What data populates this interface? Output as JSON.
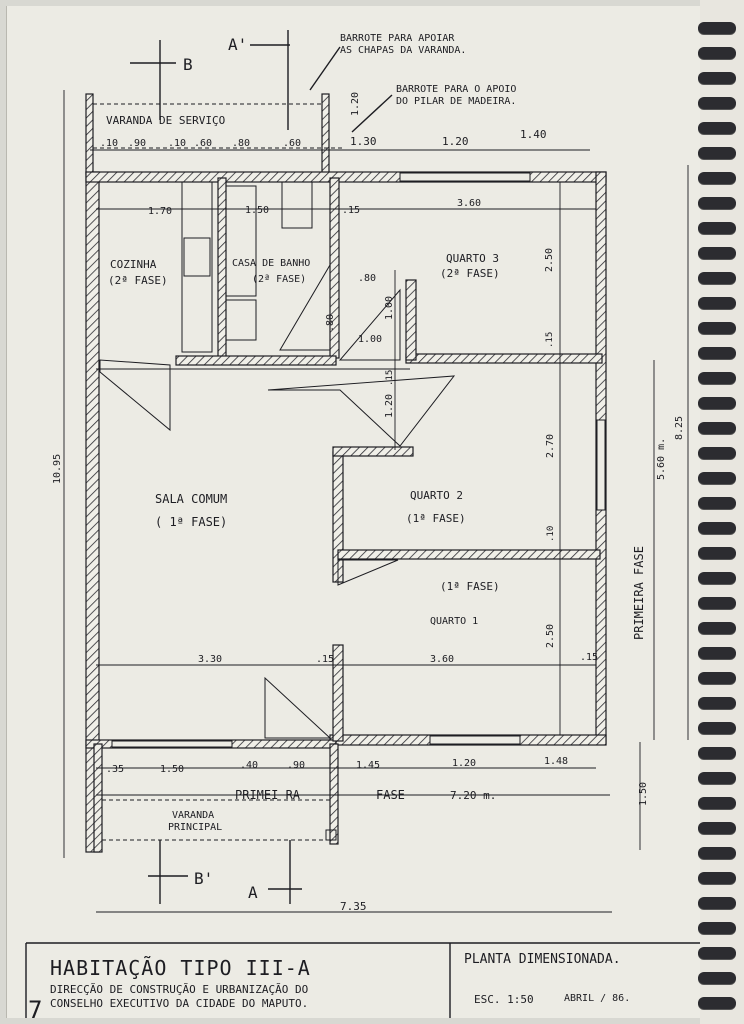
{
  "labels": {
    "section_a_top": "A'",
    "section_a_bottom": "A",
    "section_b_top": "B",
    "section_b_bottom": "B'",
    "note_1_line1": "BARROTE PARA APOIAR",
    "note_1_line2": "AS CHAPAS DA VARANDA.",
    "note_2_line1": "BARROTE PARA O APOIO",
    "note_2_line2": "DO PILAR DE MADEIRA.",
    "varanda_servico": "VARANDA DE SERVIÇO",
    "cozinha": "COZINHA",
    "cozinha_fase": "(2ª FASE)",
    "casa_banho": "CASA DE BANHO",
    "casa_banho_fase": "(2ª FASE)",
    "quarto3": "QUARTO 3",
    "quarto3_fase": "(2ª FASE)",
    "sala_comum": "SALA COMUM",
    "sala_fase": "( 1ª FASE)",
    "quarto2": "QUARTO 2",
    "quarto2_fase": "(1ª FASE)",
    "quarto1": "QUARTO 1",
    "quarto1_fase": "(1ª FASE)",
    "primeira": "PRIMEI RA",
    "fase": "FASE",
    "varanda_principal_1": "VARANDA",
    "varanda_principal_2": "PRINCIPAL",
    "primeira_fase_vertical": "PRIMEIRA   FASE"
  },
  "dims": {
    "d_120_top": "1.20",
    "d_130": "1.30",
    "d_120a": "1.20",
    "d_140": "1.40",
    "d_10a": ".10",
    "d_90a": ".90",
    "d_10b": ".10",
    "d_60a": ".60",
    "d_80a": ".80",
    "d_60b": ".60",
    "d_170": "1.70",
    "d_150a": "1.50",
    "d_15a": ".15",
    "d_360a": "3.60",
    "d_250a": "2.50",
    "d_80b": ".80",
    "d_80c": ".80",
    "d_100a": "1.00",
    "d_100b": "1.00",
    "d_15b": ".15",
    "d_15c": ".15",
    "d_120b": "1.20",
    "d_270": "2.70",
    "d_10c": ".10",
    "d_250b": "2.50",
    "d_330": "3.30",
    "d_15d": ".15",
    "d_360b": "3.60",
    "d_15e": ".15",
    "d_35": ".35",
    "d_150b": "1.50",
    "d_40": ".40",
    "d_90b": ".90",
    "d_145": "1.45",
    "d_120c": "1.20",
    "d_148": "1.48",
    "d_720": "7.20 m.",
    "d_1095": "10.95",
    "d_560": "5.60 m.",
    "d_825": "8.25",
    "d_150c": "1.50",
    "d_735": "7.35"
  },
  "title_block": {
    "title": "HABITAÇÃO TIPO III-A",
    "line1": "DIRECÇÃO DE CONSTRUÇÃO E URBANIZAÇÃO DO",
    "line2": "CONSELHO EXECUTIVO DA CIDADE DO MAPUTO.",
    "plan_title": "PLANTA DIMENSIONADA.",
    "scale": "ESC. 1:50",
    "date": "ABRIL / 86.",
    "margin_mark": "7"
  },
  "colors": {
    "ink": "#1d1d22",
    "paper": "#ecebe4",
    "hatch": "#2a2a30",
    "binding": "#2c2c30"
  }
}
